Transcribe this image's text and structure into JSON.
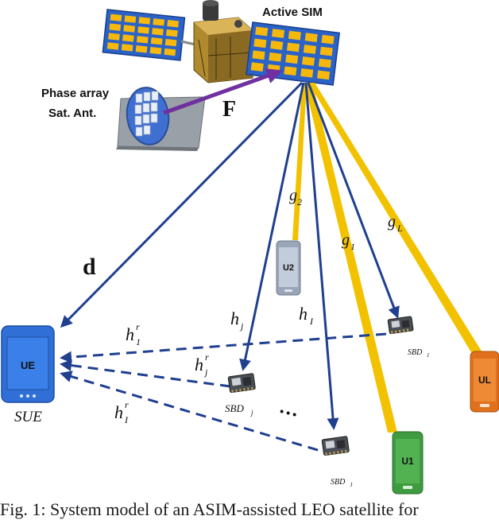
{
  "labels": {
    "active_sim": "Active SIM",
    "phase_array_line1": "Phase array",
    "phase_array_line2": "Sat. Ant.",
    "F": "F",
    "d": "d",
    "g2_base": "g",
    "g2_sub": "2",
    "g1_base": "g",
    "g1_sub": "1",
    "gL_base": "g",
    "gL_sub": "L",
    "hj_base": "h",
    "hj_sub": "j",
    "hI_base": "h",
    "hI_sub": "I",
    "h1r_base": "h",
    "h1r_sub": "1",
    "h1r_sup": "r",
    "hjr_base": "h",
    "hjr_sub": "j",
    "hjr_sup": "r",
    "hIr_base": "h",
    "hIr_sub": "I",
    "hIr_sup": "r",
    "ellipsis": "•••"
  },
  "devices": {
    "ue_label": "UE",
    "sue_label": "SUE",
    "u2_label": "U2",
    "u1_label": "U1",
    "ul_label": "UL",
    "sbd1_base": "SBD",
    "sbd1_sub": "1",
    "sbdj_base": "SBD",
    "sbdj_sub": "j",
    "sbdI_base": "SBD",
    "sbdI_sub": "I"
  },
  "caption": "Fig. 1: System model of an ASIM-assisted LEO satellite for",
  "colors": {
    "link_blue": "#1f3f8f",
    "beam_gold": "#f2c200",
    "arrow_purple": "#7030a0",
    "ue_blue": "#2f6fd6",
    "u2_gray": "#9aa6b8",
    "u1_green": "#3f9b3f",
    "ul_orange": "#e0701c",
    "panel_blue": "#2a62c8",
    "cell_gold": "#f6b80c"
  }
}
